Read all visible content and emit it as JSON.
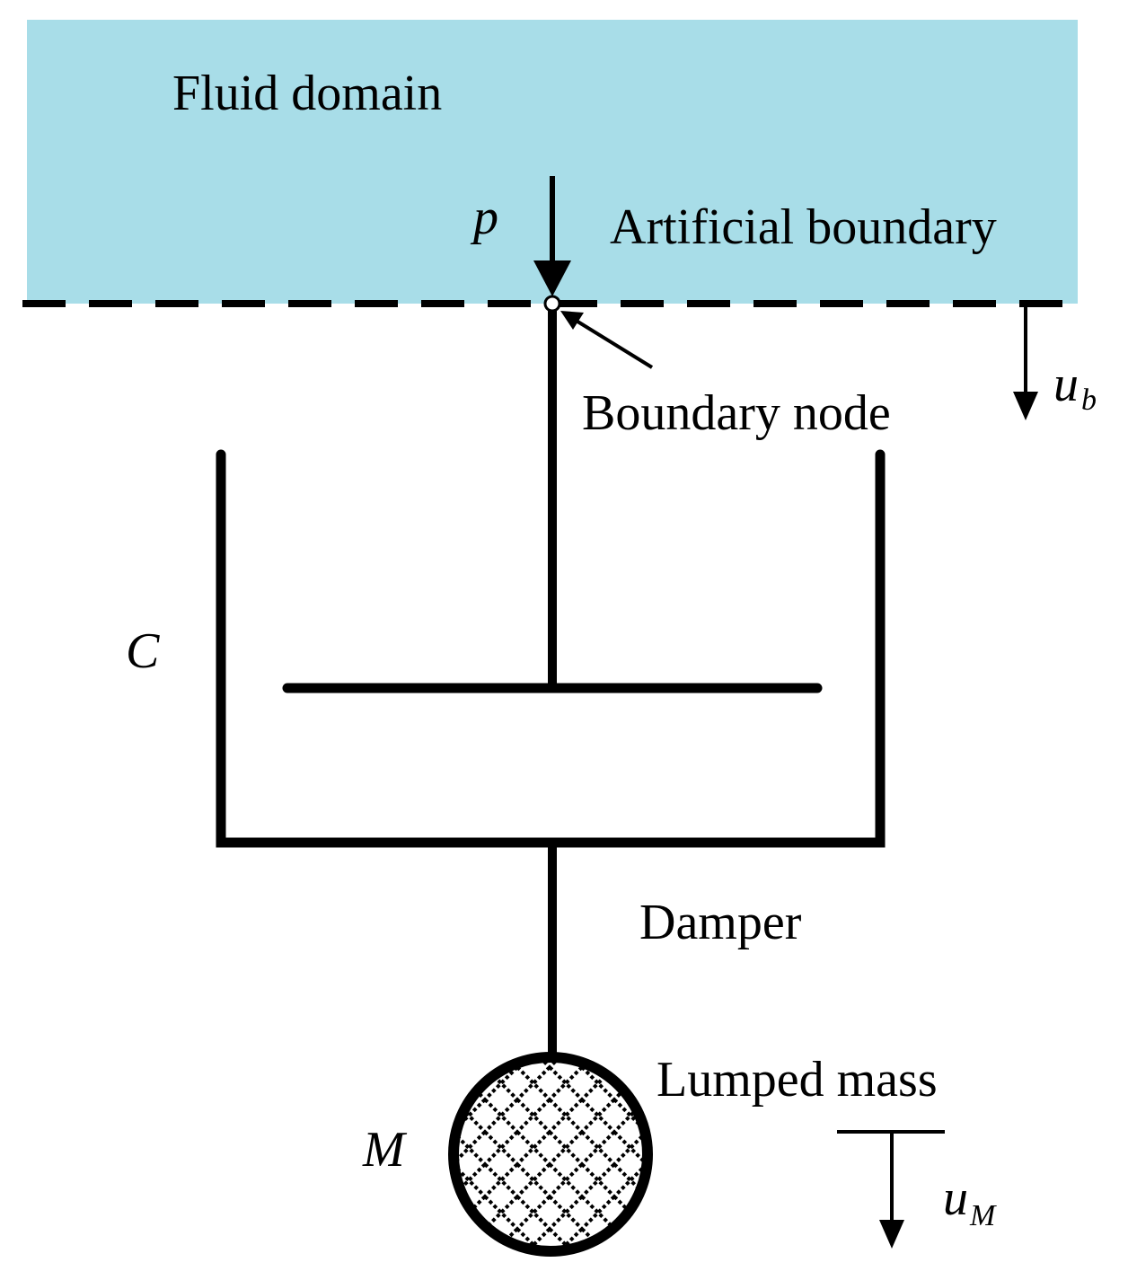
{
  "labels": {
    "fluid_domain": "Fluid domain",
    "artificial_boundary": "Artificial boundary",
    "boundary_node": "Boundary node",
    "damper": "Damper",
    "lumped_mass": "Lumped mass"
  },
  "symbols": {
    "pressure": "p",
    "damping": "C",
    "mass": "M",
    "u_b_base": "u",
    "u_b_sub": "b",
    "u_m_base": "u",
    "u_m_sub": "M"
  },
  "colors": {
    "fluid": "#a8dde8",
    "line": "#000000"
  }
}
